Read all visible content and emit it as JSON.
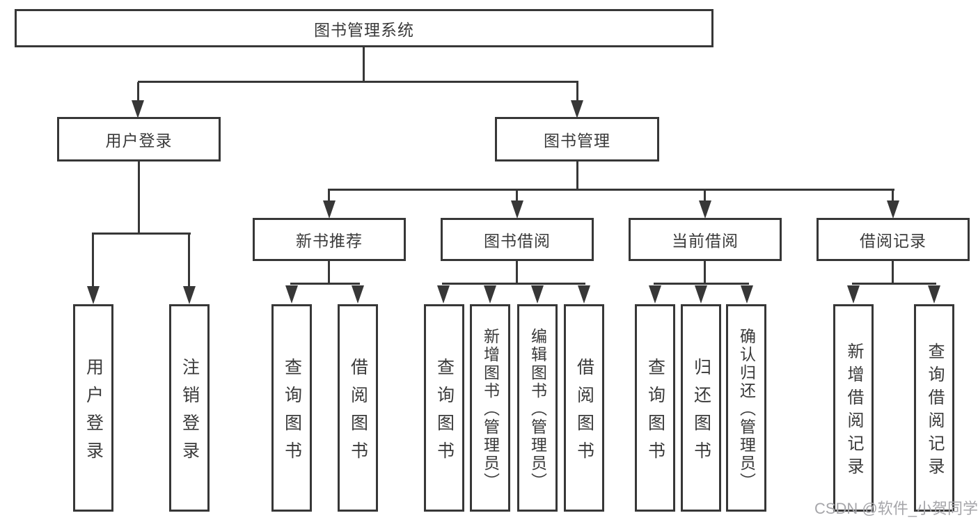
{
  "root": {
    "label": "图书管理系统"
  },
  "login": {
    "label": "用户登录",
    "children": [
      "用户登录",
      "注销登录"
    ]
  },
  "manage": {
    "label": "图书管理"
  },
  "sections": [
    {
      "label": "新书推荐",
      "children": [
        "查询图书",
        "借阅图书"
      ]
    },
    {
      "label": "图书借阅",
      "children": [
        "查询图书",
        "新增图书（管理员）",
        "编辑图书（管理员）",
        "借阅图书"
      ]
    },
    {
      "label": "当前借阅",
      "children": [
        "查询图书",
        "归还图书",
        "确认归还（管理员）"
      ]
    },
    {
      "label": "借阅记录",
      "children": [
        "新增借阅记录",
        "查询借阅记录"
      ]
    }
  ],
  "watermark": "CSDN @软件_小贺同学",
  "colors": {
    "line": "#373737",
    "text": "#3a3a3a",
    "watermark": "#a6a6aa",
    "background": "#ffffff"
  }
}
